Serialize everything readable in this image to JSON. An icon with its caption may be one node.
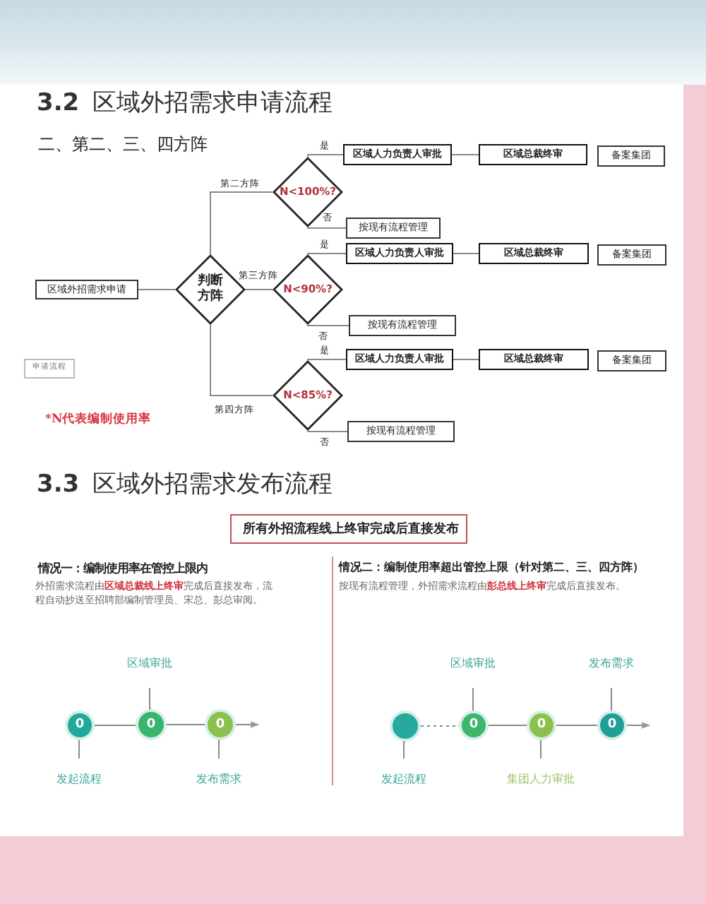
{
  "diagram": {
    "title": "**3.2** 区域外招需求申请流程",
    "nodes": [
      {
        "text": [
          "区域外招需求申请"
        ]
      },
      {
        "text": [
          "判断方阵"
        ]
      },
      {
        "text": [
          "N<100%?"
        ]
      },
      {
        "text": [
          "区域人力负责人审批"
        ]
      },
      {
        "text": [
          "区域总裁终审"
        ]
      },
      {
        "text": [
          "备案集团"
        ]
      },
      {
        "text": [
          "按现有流程管理"
        ]
      },
      {
        "text": [
          "N<90%?"
        ]
      },
      {
        "text": [
          "区域人力负责人审批"
        ]
      },
      {
        "text": [
          "区域总裁终审"
        ]
      },
      {
        "text": [
          "备案集团"
        ]
      },
      {
        "text": [
          "按现有流程管理"
        ]
      },
      {
        "text": [
          "N<85%?"
        ]
      },
      {
        "text": [
          "区域人力负责人审批"
        ]
      },
      {
        "text": [
          "区域总裁终审"
        ]
      },
      {
        "text": [
          "备案集团"
        ]
      },
      {
        "text": [
          "按现有流程管理"
        ]
      },
      {
        "text": [
          "申请流程"
        ]
      },
      {
        "text": [
          "所有外招流程线上终审完成后直接发布"
        ]
      },
      {
        "text": [
          "区域审批"
        ]
      },
      {
        "text": [
          "0"
        ]
      },
      {
        "text": [
          "0"
        ]
      },
      {
        "text": [
          "0"
        ]
      },
      {
        "text": [
          "发起流程"
        ]
      },
      {
        "text": [
          "发布需求"
        ]
      },
      {
        "text": [
          "区域审批"
        ]
      },
      {
        "text": [
          "发布需求"
        ]
      },
      {
        "text": [],
        "shape": "circle"
      },
      {
        "text": [
          "0"
        ]
      },
      {
        "text": [
          "0"
        ]
      },
      {
        "text": [
          "0"
        ]
      },
      {
        "text": [
          "发起流程"
        ]
      },
      {
        "text": [
          "集团人力审批"
        ]
      }
    ],
    "edges": [
      {
        "from": 0,
        "to": 1,
        "arrow": "none"
      },
      {
        "from": 1,
        "to": 2,
        "arrow": "none",
        "label": "第二方阵"
      },
      {
        "from": 1,
        "to": 7,
        "arrow": "none",
        "label": "第三方阵"
      },
      {
        "from": 1,
        "to": 12,
        "arrow": "none",
        "label": "第四方阵"
      },
      {
        "from": 2,
        "to": 3,
        "arrow": "none",
        "label": "是"
      },
      {
        "from": 2,
        "to": 6,
        "arrow": "none",
        "label": "否"
      },
      {
        "from": 3,
        "to": 4,
        "arrow": "none"
      },
      {
        "from": 7,
        "to": 8,
        "arrow": "none",
        "label": "是"
      },
      {
        "from": 7,
        "to": 11,
        "arrow": "none",
        "label": "否"
      },
      {
        "from": 8,
        "to": 9,
        "arrow": "none"
      },
      {
        "from": 12,
        "to": 13,
        "arrow": "none",
        "label": "是"
      },
      {
        "from": 12,
        "to": 16,
        "arrow": "none",
        "label": "否"
      },
      {
        "from": 13,
        "to": 14,
        "arrow": "none"
      },
      {
        "from": 20,
        "to": 21,
        "arrow": "none"
      },
      {
        "from": 21,
        "to": 22,
        "arrow": "none"
      },
      {
        "from": 22,
        "to": null,
        "arrow": "to"
      },
      {
        "from": 19,
        "to": 21,
        "arrow": "none"
      },
      {
        "from": 23,
        "to": 20,
        "arrow": "none"
      },
      {
        "from": 24,
        "to": 22,
        "arrow": "none"
      },
      {
        "from": 27,
        "to": 28,
        "arrow": "none",
        "style": "dashed"
      },
      {
        "from": 28,
        "to": 29,
        "arrow": "none"
      },
      {
        "from": 29,
        "to": 30,
        "arrow": "none"
      },
      {
        "from": 30,
        "to": null,
        "arrow": "to"
      },
      {
        "from": 25,
        "to": 28,
        "arrow": "none"
      },
      {
        "from": 31,
        "to": 27,
        "arrow": "none"
      },
      {
        "from": 32,
        "to": 29,
        "arrow": "none"
      },
      {
        "from": 26,
        "to": 30,
        "arrow": "none"
      }
    ],
    "labels": [
      "二、第二、三、四方阵",
      "*N代表编制使用率",
      "**3.3** 区域外招需求发布流程",
      "情况一：编制使用率在管控上限内",
      "外招需求流程由**区域总裁线上终审**完成后直接发布，流程自动抄送至招聘部编制管理员、宋总、彭总审阅。",
      "情况二：编制使用率超出管控上限（针对第二、三、四方阵）",
      "按现有流程管理，外招需求流程由**彭总线上终审**完成后直接发布。"
    ]
  }
}
